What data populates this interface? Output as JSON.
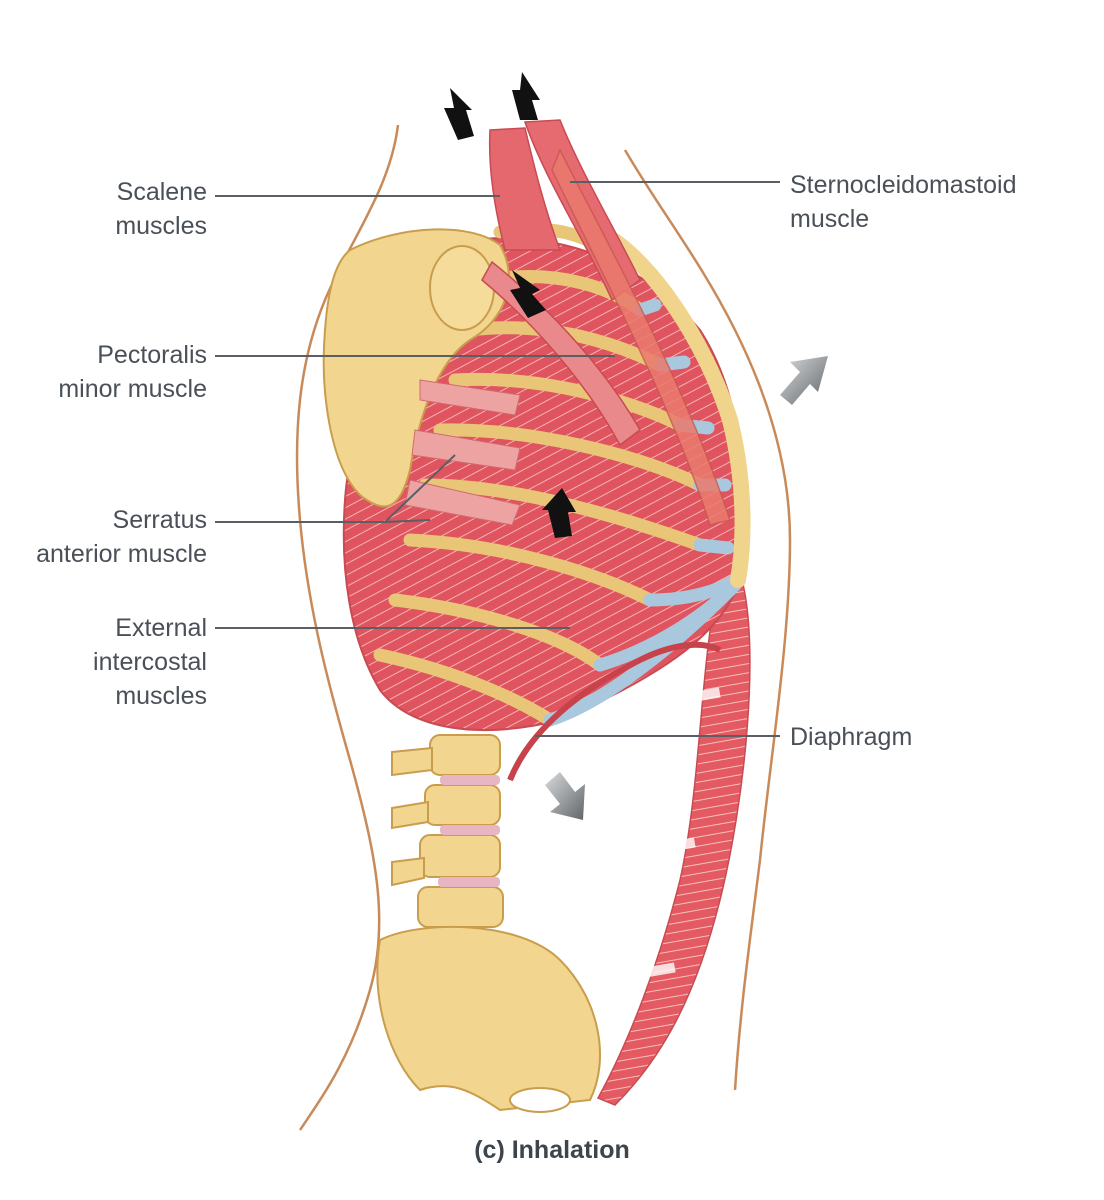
{
  "figure": {
    "caption": "(c) Inhalation",
    "labels": {
      "scalene": [
        "Scalene",
        "muscles"
      ],
      "sternocleidomastoid": [
        "Sternocleidomastoid",
        "muscle"
      ],
      "pectoralis_minor": [
        "Pectoralis",
        "minor muscle"
      ],
      "serratus_anterior": [
        "Serratus",
        "anterior muscle"
      ],
      "external_intercostal": [
        "External",
        "intercostal",
        "muscles"
      ],
      "diaphragm": [
        "Diaphragm"
      ]
    }
  },
  "colors": {
    "bone": "#f2d58e",
    "bone_shadow": "#d8b466",
    "muscle": "#e0545f",
    "muscle_light": "#f2a3a4",
    "cartilage": "#a9c8de",
    "outline": "#c98a5a",
    "leader": "#5a5f66",
    "arrow_dark": "#111111",
    "arrow_grey": "#6f7478"
  }
}
